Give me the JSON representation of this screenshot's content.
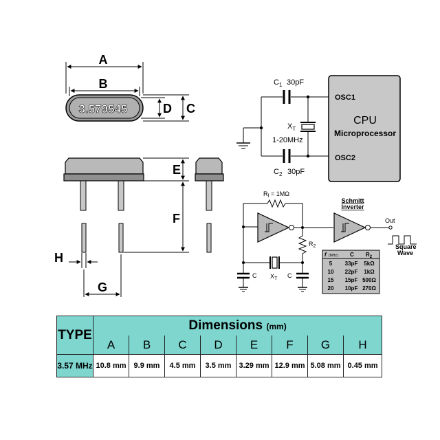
{
  "crystal": {
    "marking": "3.579545",
    "dim_labels": {
      "A": "A",
      "B": "B",
      "C": "C",
      "D": "D",
      "E": "E",
      "F": "F",
      "G": "G",
      "H": "H"
    }
  },
  "oscillator": {
    "c1_label": "C",
    "c1_sub": "1",
    "c1_value": "30pF",
    "c2_label": "C",
    "c2_sub": "2",
    "c2_value": "30pF",
    "xt_label": "X",
    "xt_sub": "T",
    "freq_range": "1-20MHz",
    "cpu_title": "CPU",
    "cpu_subtitle": "Microprocessor",
    "osc1": "OSC1",
    "osc2": "OSC2"
  },
  "schmitt": {
    "rf_label": "R",
    "rf_sub": "f",
    "rf_value": " = 1MΩ",
    "title_line1": "Schmitt",
    "title_line2": "Inverter",
    "out_label": "Out",
    "wave_line1": "Square",
    "wave_line2": "Wave",
    "r2_label": "R",
    "r2_sub": "2",
    "cap_label": "C",
    "xt_label": "X",
    "xt_sub": "T",
    "table_headers": [
      "f",
      "(MHz)",
      "C",
      "R",
      "2"
    ],
    "table_rows": [
      [
        "5",
        "33pF",
        "5kΩ"
      ],
      [
        "10",
        "22pF",
        "1kΩ"
      ],
      [
        "15",
        "15pF",
        "500Ω"
      ],
      [
        "20",
        "10pF",
        "270Ω"
      ]
    ]
  },
  "dimensions_table": {
    "type_header": "TYPE",
    "title": "Dimensions",
    "unit": "(mm)",
    "columns": [
      "A",
      "B",
      "C",
      "D",
      "E",
      "F",
      "G",
      "H"
    ],
    "row_type": "3.57 MHz",
    "values": [
      "10.8 mm",
      "9.9 mm",
      "4.5 mm",
      "3.5 mm",
      "3.29 mm",
      "12.9 mm",
      "5.08 mm",
      "0.45 mm"
    ]
  },
  "colors": {
    "table_header": "#7ed6cf",
    "cpu_fill": "#c8c8c8",
    "crystal_body": "#b9b9b9",
    "freq_table_fill": "#c0c0c0"
  }
}
